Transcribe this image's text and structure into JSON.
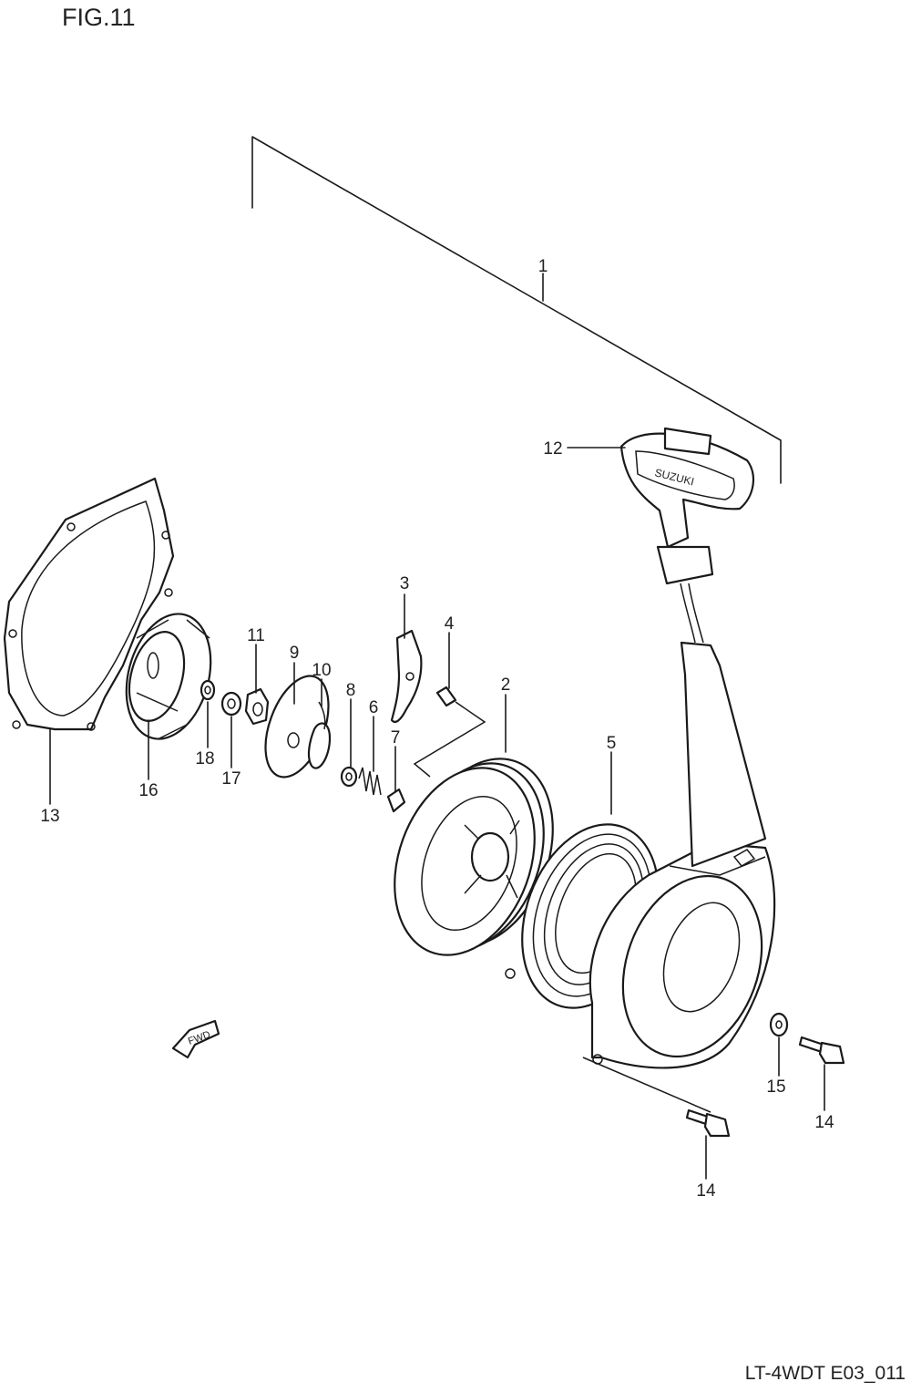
{
  "figure": {
    "title": "FIG.11",
    "code": "LT-4WDT E03_011"
  },
  "callouts": [
    "1",
    "2",
    "3",
    "4",
    "5",
    "6",
    "7",
    "8",
    "9",
    "10",
    "11",
    "12",
    "13",
    "14",
    "14",
    "15",
    "16",
    "17",
    "18"
  ],
  "fwd_label": "FWD",
  "handle_brand": "SUZUKI"
}
